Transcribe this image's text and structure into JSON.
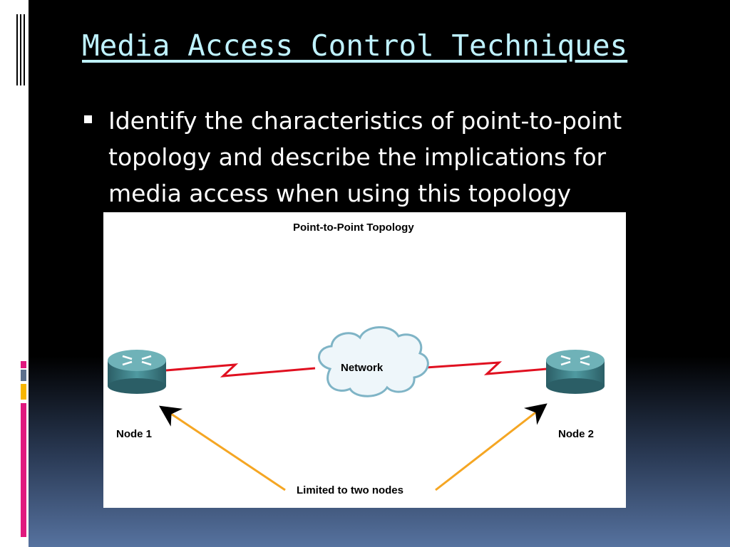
{
  "slide": {
    "title": "Media Access Control Techniques",
    "bullet": "Identify the characteristics of point-to-point topology and describe the implications for media access when using this topology"
  },
  "diagram": {
    "title": "Point-to-Point Topology",
    "network_label": "Network",
    "node1_label": "Node 1",
    "node2_label": "Node 2",
    "caption": "Limited to two nodes",
    "link_color": "#e01020",
    "arrow_color": "#f5a623",
    "router_color": "#3f7f86"
  },
  "colors": {
    "title": "#bff2ff",
    "accent_pink": "#e0197e",
    "accent_gray": "#5c6f8c",
    "accent_gold": "#f7b500"
  }
}
